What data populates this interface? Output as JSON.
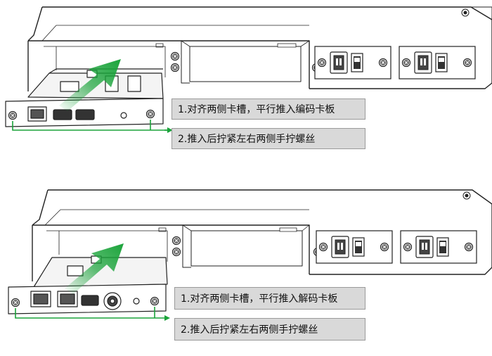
{
  "panel_top": {
    "step1": "1.对齐两侧卡槽，平行推入编码卡板",
    "step2": "2.推入后拧紧左右两侧手拧螺丝"
  },
  "panel_bottom": {
    "step1": "1.对齐两侧卡槽，平行推入解码卡板",
    "step2": "2.推入后拧紧左右两侧手拧螺丝"
  },
  "colors": {
    "arrow_green": "#1aa33a",
    "label_bg": "#d9d9d9",
    "line": "#222222"
  }
}
